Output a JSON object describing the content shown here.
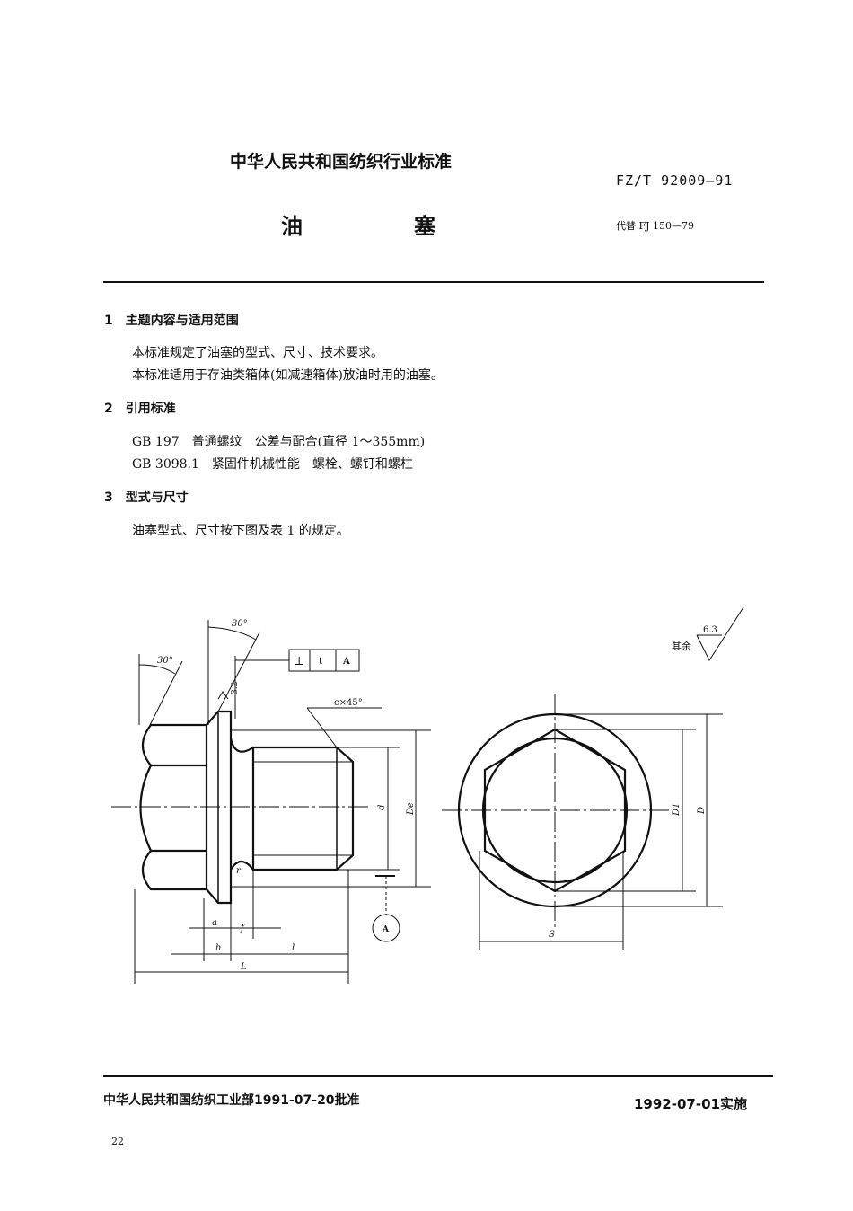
{
  "header": {
    "org_title": "中华人民共和国纺织行业标准",
    "standard_number": "FZ/T 92009—91",
    "doc_title_1": "油",
    "doc_title_2": "塞",
    "replaces": "代替 FJ 150—79"
  },
  "sections": [
    {
      "number": "1",
      "heading": "主题内容与适用范围",
      "lines": [
        "本标准规定了油塞的型式、尺寸、技术要求。",
        "本标准适用于存油类箱体(如减速箱体)放油时用的油塞。"
      ]
    },
    {
      "number": "2",
      "heading": "引用标准",
      "lines": [
        "GB 197　普通螺纹　公差与配合(直径 1～355mm)",
        "GB 3098.1　紧固件机械性能　螺栓、螺钉和螺柱"
      ]
    },
    {
      "number": "3",
      "heading": "型式与尺寸",
      "lines": [
        "油塞型式、尺寸按下图及表 1 的规定。"
      ]
    }
  ],
  "drawing": {
    "angle_1": "30°",
    "angle_2": "30°",
    "tolerance_symbol": "⊥",
    "tolerance_value": "t",
    "datum": "A",
    "roughness_flange": "3.2",
    "chamfer": "c×45°",
    "dim_d": "d",
    "dim_De": "De",
    "dim_r": "r",
    "dim_a": "a",
    "dim_f": "f",
    "dim_h": "h",
    "dim_l": "l",
    "dim_L": "L",
    "datum_circle": "A",
    "roughness_rest_label": "其余",
    "roughness_rest_value": "6.3",
    "dim_D1": "D1",
    "dim_D": "D",
    "dim_S": "S"
  },
  "footer": {
    "approved": "中华人民共和国纺织工业部1991-07-20批准",
    "effective": "1992-07-01实施",
    "page_number": "22"
  }
}
